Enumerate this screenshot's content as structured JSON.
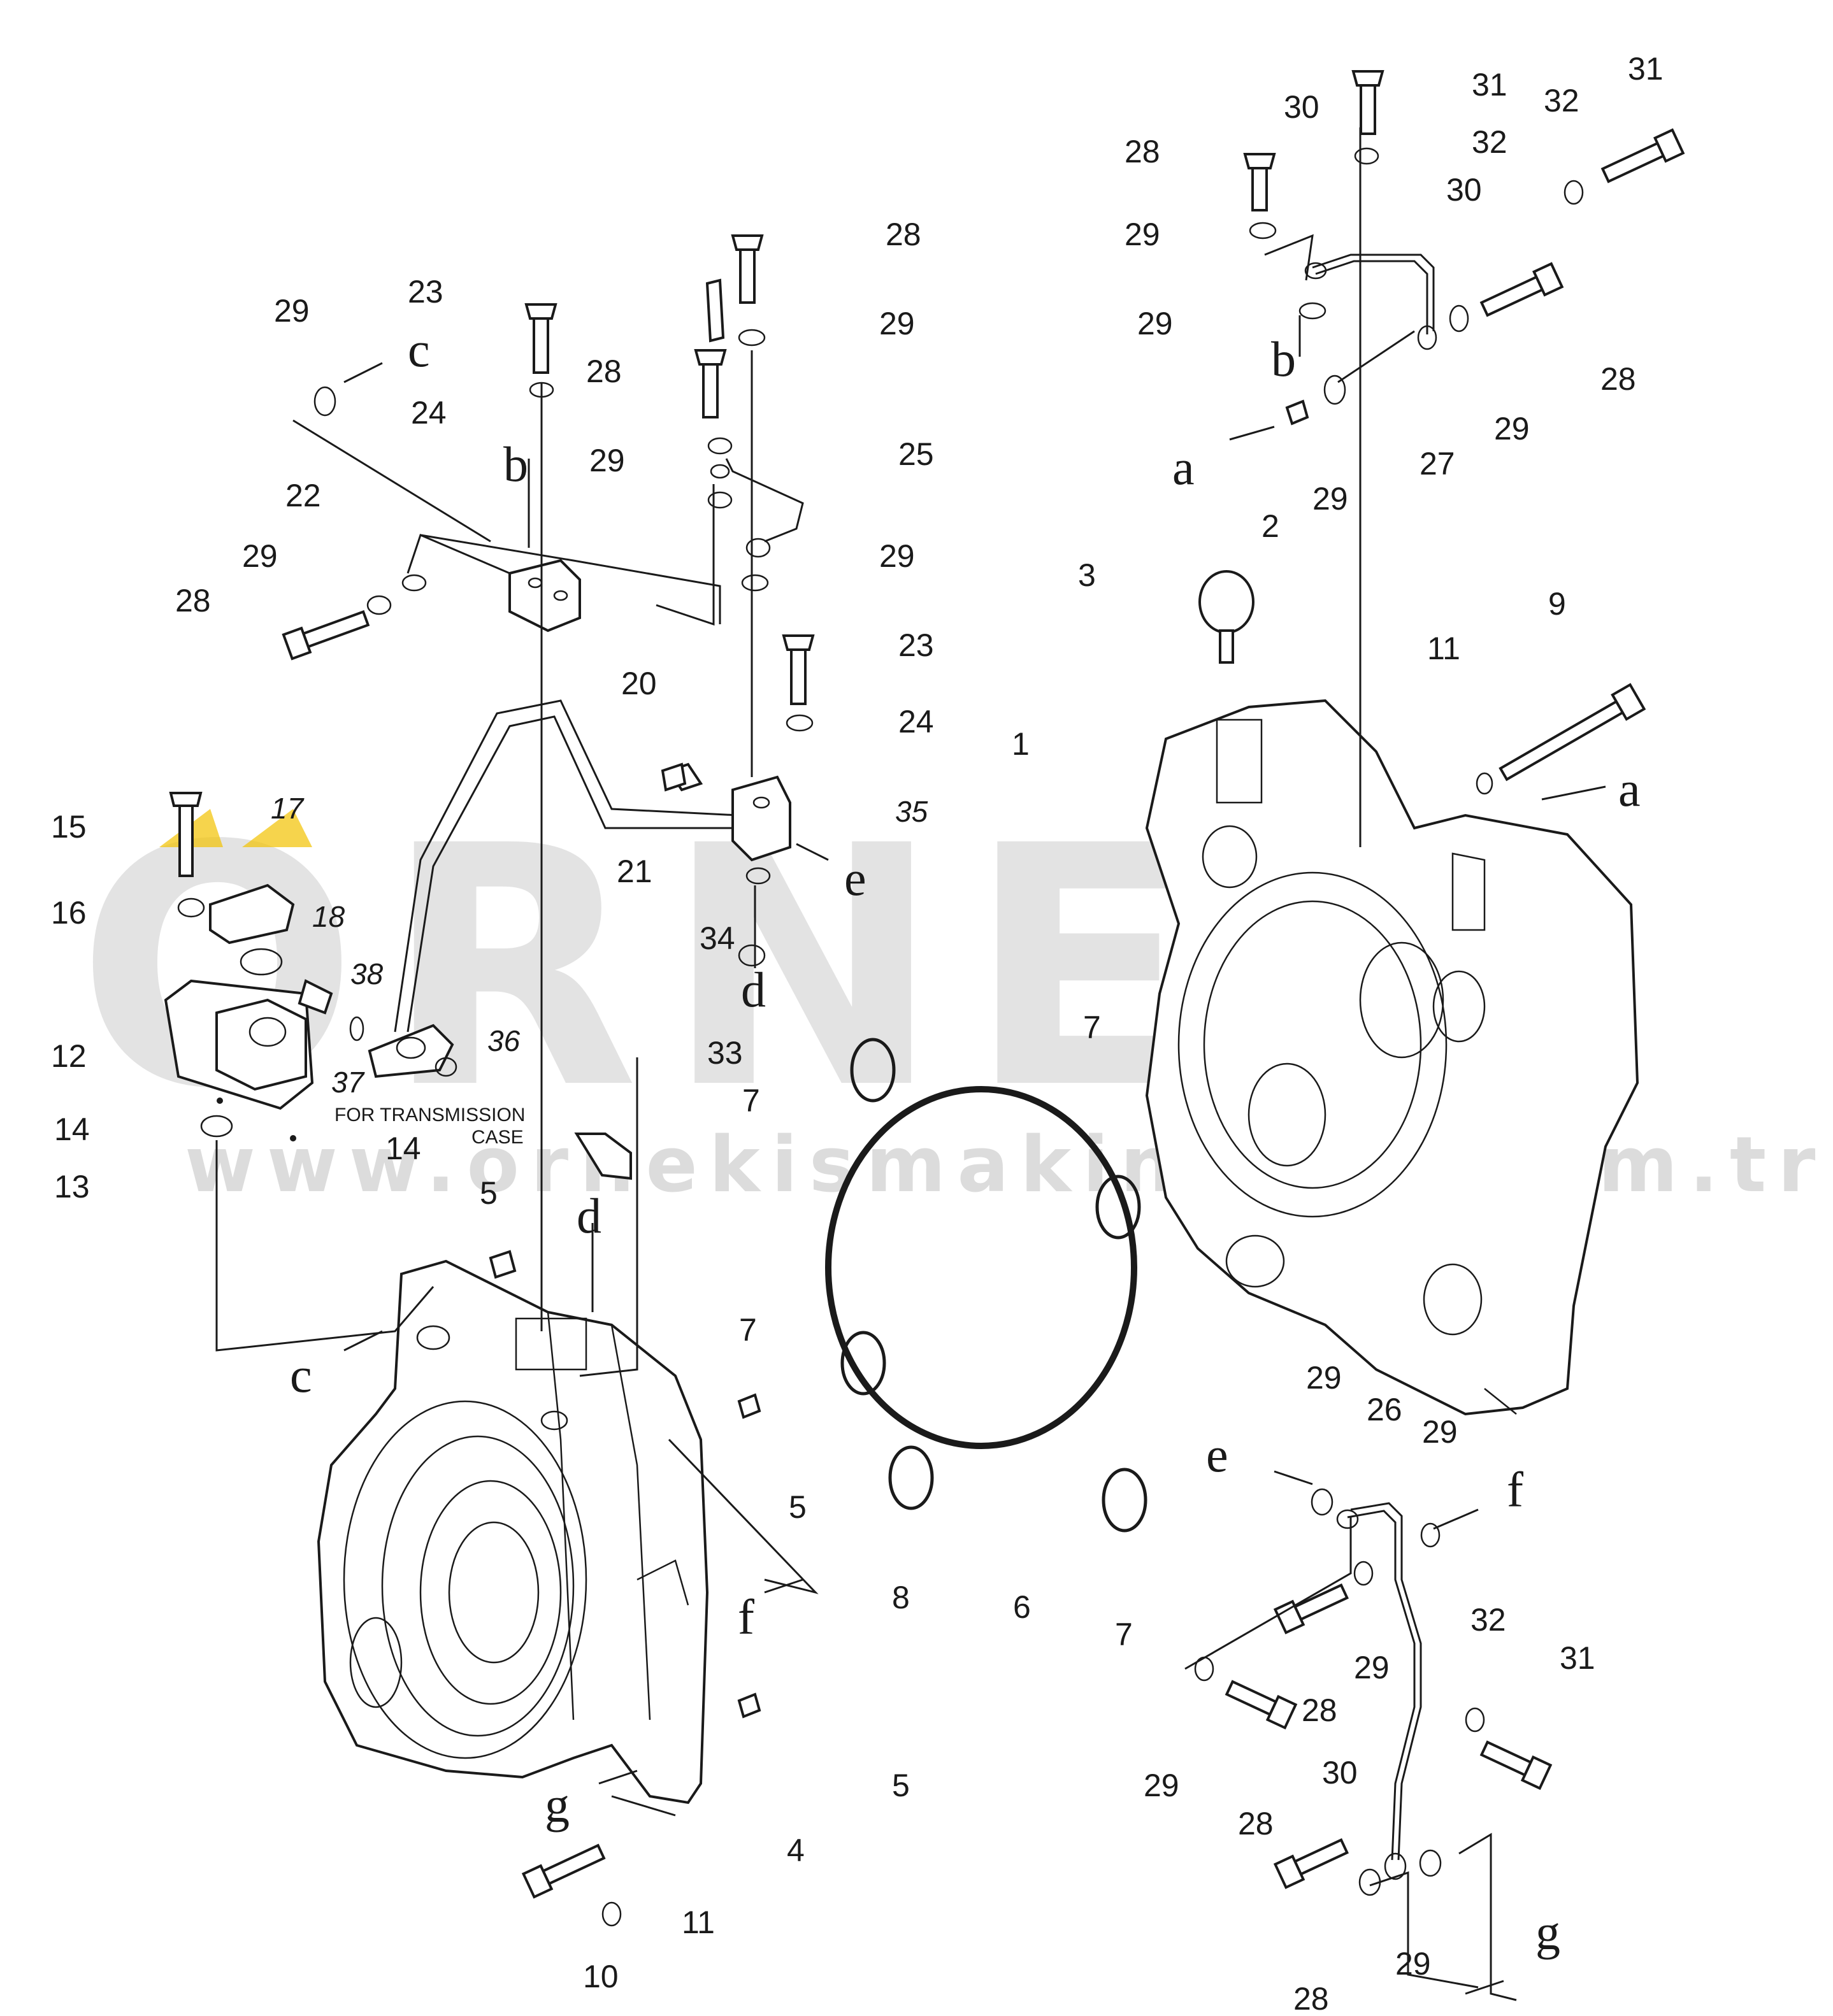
{
  "watermark": {
    "brand": "ORNEK",
    "url": "www.ornekismakinalari.com.tr",
    "accent": "#f2c200"
  },
  "note": {
    "line1": "FOR TRANSMISSION",
    "line2": "CASE"
  },
  "callouts": [
    "1",
    "2",
    "3",
    "4",
    "5",
    "5",
    "5",
    "5",
    "6",
    "7",
    "7",
    "7",
    "7",
    "8",
    "9",
    "10",
    "11",
    "11",
    "12",
    "13",
    "14",
    "14",
    "15",
    "16",
    "17",
    "18",
    "20",
    "21",
    "22",
    "23",
    "23",
    "24",
    "24",
    "25",
    "26",
    "27",
    "28",
    "28",
    "28",
    "28",
    "28",
    "28",
    "28",
    "28",
    "28",
    "29",
    "29",
    "29",
    "29",
    "29",
    "29",
    "29",
    "29",
    "29",
    "29",
    "29",
    "29",
    "29",
    "29",
    "29",
    "30",
    "30",
    "30",
    "31",
    "31",
    "31",
    "32",
    "32",
    "32",
    "33",
    "34",
    "35",
    "36",
    "37",
    "38"
  ],
  "refs": [
    "a",
    "a",
    "b",
    "b",
    "c",
    "c",
    "d",
    "d",
    "e",
    "e",
    "f",
    "f",
    "g",
    "g"
  ]
}
